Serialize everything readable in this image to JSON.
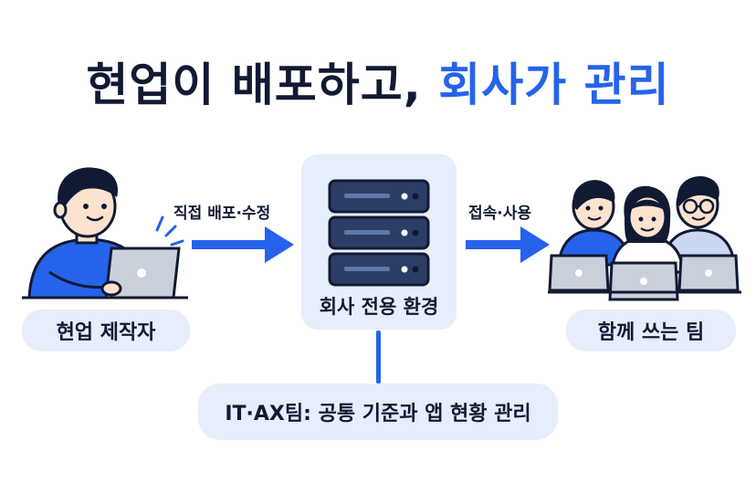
{
  "title": {
    "part1": "현업이 배포하고,",
    "part2": "회사가 관리"
  },
  "nodes": {
    "left": "현업 제작자",
    "center": "회사 전용 환경",
    "right": "함께 쓰는 팀",
    "bottom": "IT·AX팀: 공통 기준과 앱 현황 관리"
  },
  "edges": {
    "left": "직접 배포·수정",
    "right": "접속·사용"
  },
  "colors": {
    "accent": "#2563eb",
    "dark": "#111a33",
    "pill": "#e6edfb",
    "server": "#2d3e66"
  }
}
